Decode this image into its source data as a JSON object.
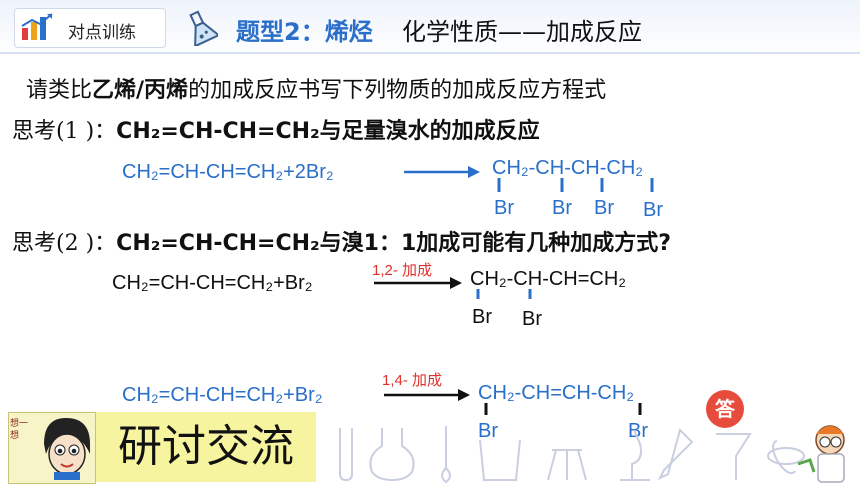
{
  "header": {
    "logo_label": "对点训练",
    "title_blue": "题型2：烯烃",
    "title_black": "化学性质——加成反应"
  },
  "prompt": {
    "lead": "请类比",
    "emph": "乙烯/丙烯",
    "tail": "的加成反应书写下列物质的加成反应方程式"
  },
  "think1": {
    "label": "思考(1 )：",
    "text": "CH₂=CH-CH=CH₂与足量溴水的加成反应",
    "reactant": "CH₂=CH-CH=CH₂+2Br₂",
    "product": "CH₂-CH-CH-CH₂",
    "substituents": [
      "Br",
      "Br",
      "Br",
      "Br"
    ]
  },
  "think2": {
    "label": "思考(2 )：",
    "text": "CH₂=CH-CH=CH₂与溴1：1加成可能有几种加成方式?",
    "r12": {
      "reactant": "CH₂=CH-CH=CH₂+Br₂",
      "condition": "1,2- 加成",
      "product": "CH₂-CH-CH=CH₂",
      "substituents": [
        "Br",
        "Br"
      ]
    },
    "r14": {
      "reactant": "CH₂=CH-CH=CH₂+Br₂",
      "condition": "1,4- 加成",
      "product": "CH₂-CH=CH-CH₂",
      "substituents": [
        "Br",
        "Br"
      ]
    }
  },
  "footer": {
    "side_text": "想一想",
    "title": "研讨交流",
    "answer_button": "答"
  },
  "colors": {
    "accent": "#2a6fc9",
    "red": "#e0322c",
    "answer": "#e74b3c",
    "highlight": "#f7f4a0"
  }
}
